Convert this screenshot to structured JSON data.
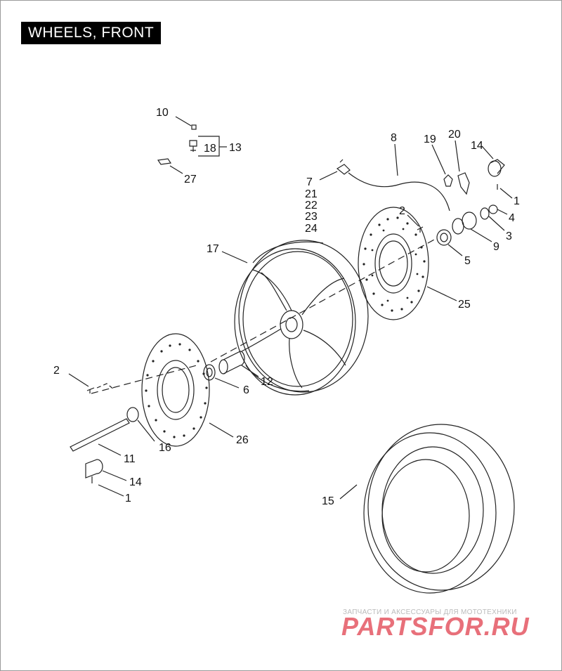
{
  "title": "WHEELS, FRONT",
  "callouts": {
    "c10": "10",
    "c13": "13",
    "c18": "18",
    "c27": "27",
    "c7": "7",
    "c21": "21",
    "c22": "22",
    "c23": "23",
    "c24": "24",
    "c8": "8",
    "c19": "19",
    "c20": "20",
    "c14a": "14",
    "c1a": "1",
    "c2a": "2",
    "c4": "4",
    "c3": "3",
    "c9": "9",
    "c5": "5",
    "c17": "17",
    "c25": "25",
    "c2b": "2",
    "c6": "6",
    "c12": "12",
    "c26": "26",
    "c16": "16",
    "c11": "11",
    "c14b": "14",
    "c1b": "1",
    "c15": "15"
  },
  "watermark": {
    "tagline": "ЗАПЧАСТИ И АКСЕССУАРЫ ДЛЯ МОТОТЕХНИКИ",
    "logo": "PARTSFOR.RU",
    "logo_color": "#e8707a"
  }
}
